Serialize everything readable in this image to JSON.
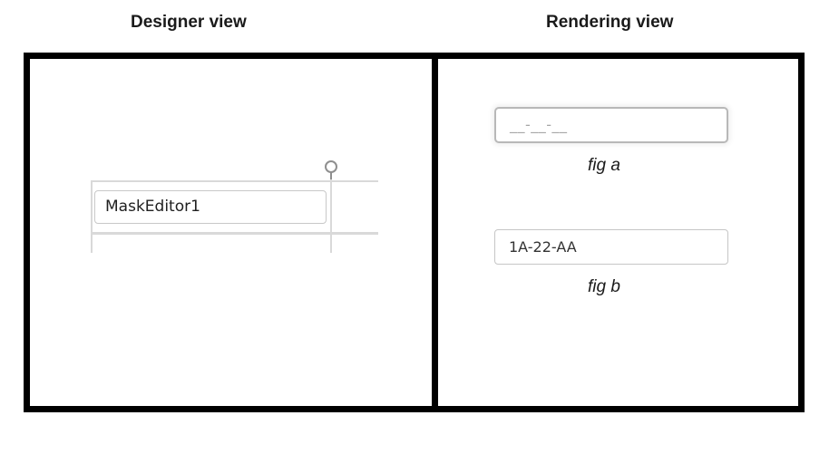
{
  "headings": {
    "designer": "Designer view",
    "rendering": "Rendering view"
  },
  "designer": {
    "mask_editor_text": "MaskEditor1"
  },
  "rendering": {
    "fig_a": {
      "mask_value": "__-__-__",
      "caption": "fig a"
    },
    "fig_b": {
      "value": "1A-22-AA",
      "caption": "fig b"
    }
  },
  "icons": {
    "anchor_pin": "pin-icon"
  },
  "colors": {
    "frame": "#000000",
    "guide_lines": "#d9d9d9",
    "input_border": "#c8c8c8",
    "mask_placeholder_text": "#a7a7a7"
  }
}
